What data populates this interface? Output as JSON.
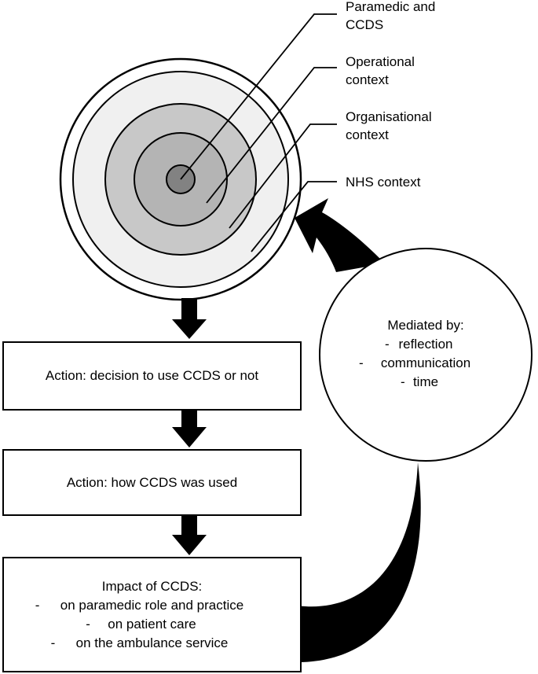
{
  "rings": {
    "labels": {
      "paramedic": "Paramedic and CCDS",
      "operational": "Operational context",
      "organisational": "Organisational context",
      "nhs": "NHS context"
    },
    "colors": {
      "outer_ring": "#ffffff",
      "organisational_ring": "#f0f0f0",
      "operational_ring": "#c8c8c8",
      "core": "#828282",
      "stroke": "#000000"
    }
  },
  "flow": {
    "box1": "Action: decision to use CCDS or not",
    "box2": "Action: how CCDS was used",
    "box3": {
      "title": "Impact of CCDS:",
      "items": [
        "on paramedic role and practice",
        "on patient care",
        "on the ambulance service"
      ]
    }
  },
  "mediator": {
    "title": "Mediated by:",
    "items": [
      "reflection",
      "communication",
      "time"
    ]
  },
  "bullet_char": "-"
}
